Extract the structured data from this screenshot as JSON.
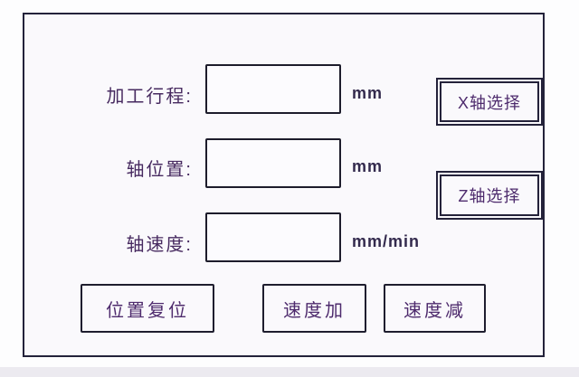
{
  "panel": {
    "rows": [
      {
        "label": "加工行程:",
        "value": "",
        "unit": "mm"
      },
      {
        "label": "轴位置:",
        "value": "",
        "unit": "mm"
      },
      {
        "label": "轴速度:",
        "value": "",
        "unit": "mm/min"
      }
    ],
    "axis_buttons": [
      {
        "label": "X轴选择"
      },
      {
        "label": "Z轴选择"
      }
    ],
    "action_buttons": [
      {
        "label": "位置复位"
      },
      {
        "label": "速度加"
      },
      {
        "label": "速度减"
      }
    ],
    "colors": {
      "frame_border": "#23223a",
      "field_border": "#1d1c2b",
      "label_text": "#472a60",
      "button_text": "#4e2b6d",
      "panel_background": "#faf9fc",
      "bottom_strip": "#eceaf0"
    }
  }
}
